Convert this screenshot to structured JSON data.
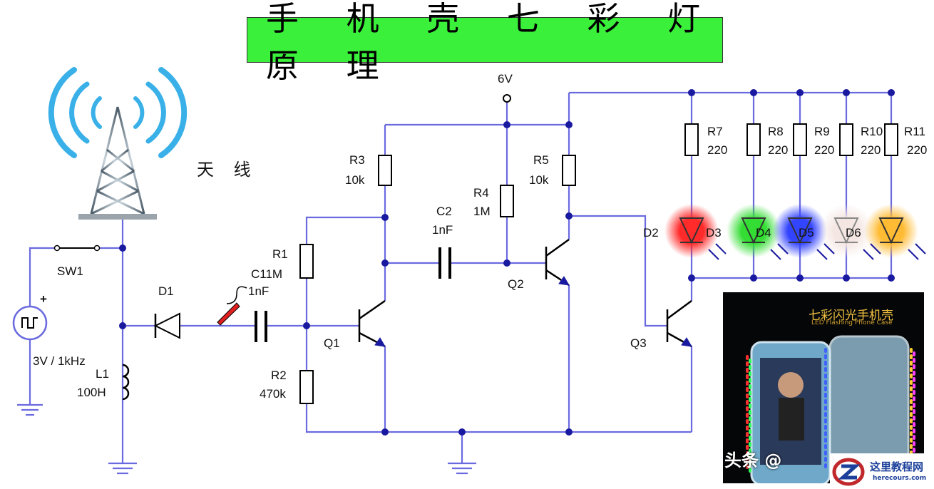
{
  "title": "手 机 壳 七 彩 灯 原 理",
  "antenna_label": "天 线",
  "supply_label": "6V",
  "switch_label": "SW1",
  "source_label": "3V / 1kHz",
  "source_polarity": "+",
  "components": {
    "D1": "D1",
    "L1": "L1",
    "L1_value": "100H",
    "R1": "R1",
    "C1_combined": "C11M",
    "C1_value": "1nF",
    "R2": "R2",
    "R2_value": "470k",
    "R3": "R3",
    "R3_value": "10k",
    "C2": "C2",
    "C2_value": "1nF",
    "R4": "R4",
    "R4_value": "1M",
    "R5": "R5",
    "R5_value": "10k",
    "Q1": "Q1",
    "Q2": "Q2",
    "Q3": "Q3"
  },
  "led_resistors": [
    {
      "name": "R7",
      "value": "220"
    },
    {
      "name": "R8",
      "value": "220"
    },
    {
      "name": "R9",
      "value": "220"
    },
    {
      "name": "R10",
      "value": "220"
    },
    {
      "name": "R11",
      "value": "220"
    }
  ],
  "leds": [
    {
      "name": "D2",
      "color": "#ff2a2a"
    },
    {
      "name": "D3",
      "color": "#33dd33"
    },
    {
      "name": "D4",
      "color": "#3344ff"
    },
    {
      "name": "D5",
      "color": "#f4ece8"
    },
    {
      "name": "D6",
      "color": "#ffbb33"
    }
  ],
  "colors": {
    "wire": "#6a6ae0",
    "title_bg": "#3bf03b",
    "antenna_wave": "#3ab0e8"
  },
  "photo": {
    "title": "七彩闪光手机壳",
    "subtitle": "LED Flashing Phone Case"
  },
  "watermark": "头条 @",
  "logo": {
    "main": "这里教程网",
    "sub": "herecours.com"
  }
}
